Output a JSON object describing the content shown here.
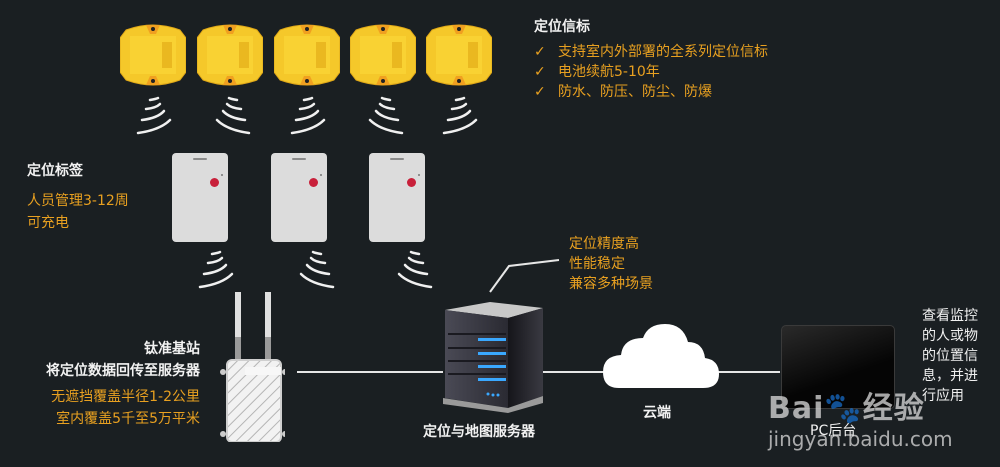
{
  "beacons": {
    "title": "定位信标",
    "features": [
      {
        "icon": "check-icon",
        "glyph": "✓",
        "text": "支持室内外部署的全系列定位信标"
      },
      {
        "icon": "check-icon",
        "glyph": "✓",
        "text": "电池续航5-10年"
      },
      {
        "icon": "check-icon",
        "glyph": "✓",
        "text": "防水、防压、防尘、防爆"
      }
    ],
    "count": 5
  },
  "tags": {
    "title": "定位标签",
    "lines": [
      "人员管理3-12周",
      "可充电"
    ],
    "count": 3
  },
  "server_callout": {
    "lines": [
      "定位精度高",
      "性能稳定",
      "兼容多种场景"
    ]
  },
  "base_station": {
    "title_lines": [
      "钛准基站",
      "将定位数据回传至服务器"
    ],
    "detail_lines": [
      "无遮挡覆盖半径1-2公里",
      "室内覆盖5千至5万平米"
    ]
  },
  "server": {
    "label": "定位与地图服务器"
  },
  "cloud": {
    "label": "云端"
  },
  "pc": {
    "label": "PC后台",
    "description_lines": [
      "查看监控",
      "的人或物",
      "的位置信",
      "息，并进",
      "行应用"
    ]
  },
  "watermark": {
    "brand": "Bai",
    "brand2": "经验",
    "url": "jingyan.baidu.com"
  },
  "colors": {
    "background": "#1a1f22",
    "accent": "#e8a020",
    "beacon_yellow": "#f5c82a",
    "tag_logo": "#c8203a",
    "server_led": "#3aa8ff"
  }
}
